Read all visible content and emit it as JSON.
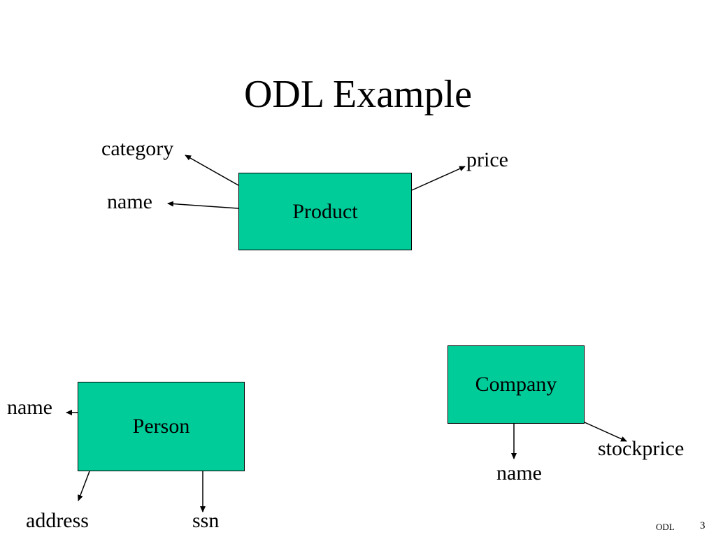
{
  "slide": {
    "title": "ODL Example",
    "footer_label": "ODL",
    "page_number": "3"
  },
  "classes": {
    "product": {
      "name": "Product",
      "attributes": {
        "category": "category",
        "name": "name",
        "price": "price"
      }
    },
    "person": {
      "name": "Person",
      "attributes": {
        "name": "name",
        "address": "address",
        "ssn": "ssn"
      }
    },
    "company": {
      "name": "Company",
      "attributes": {
        "stockprice": "stockprice",
        "name": "name"
      }
    }
  },
  "colors": {
    "box_fill": "#00cc99",
    "line": "#000000"
  }
}
